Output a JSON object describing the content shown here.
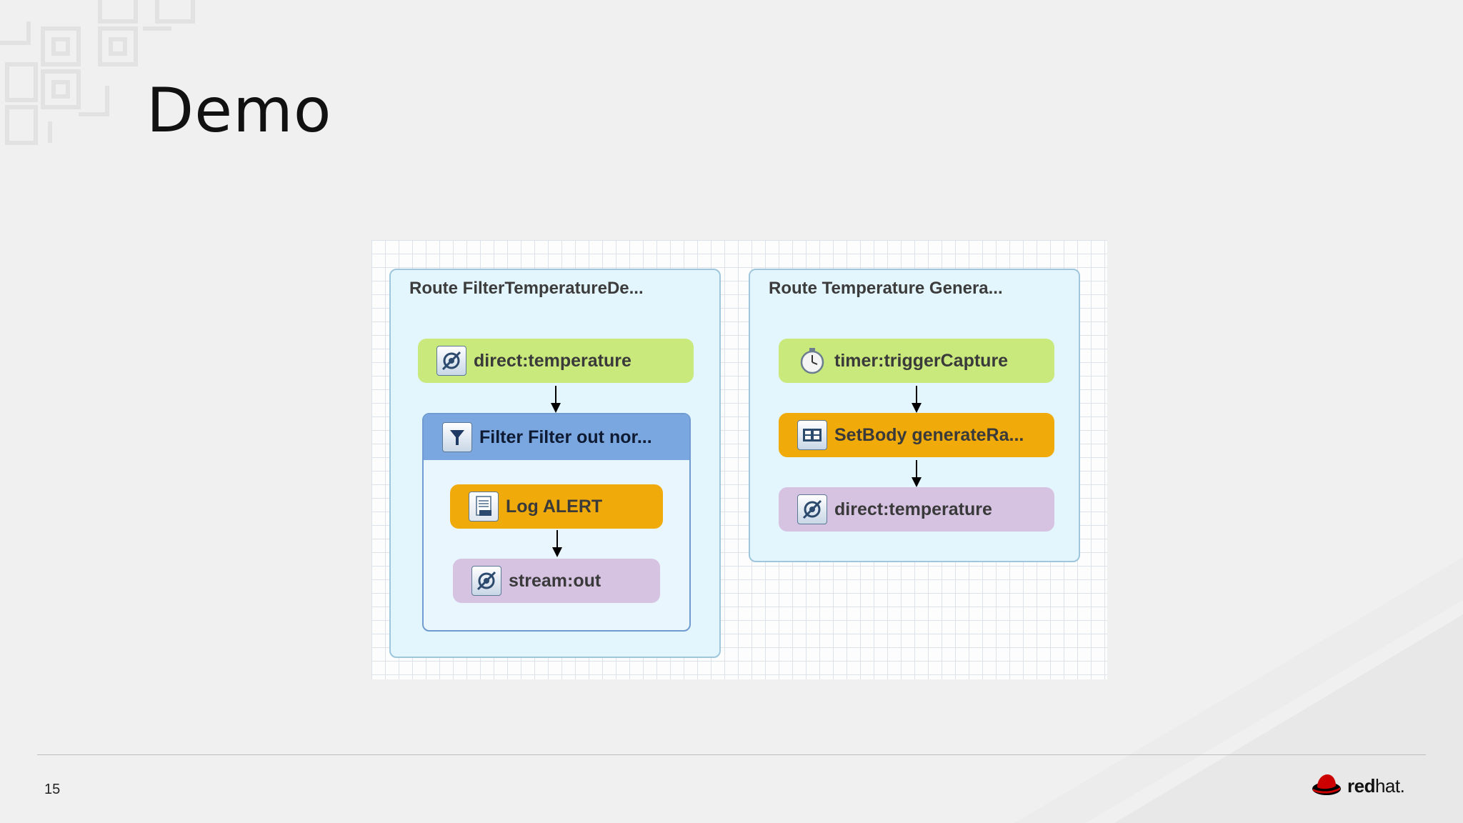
{
  "slide": {
    "title": "Demo",
    "page_number": "15"
  },
  "diagram": {
    "routes": [
      {
        "title": "Route FilterTemperatureDe...",
        "nodes": [
          {
            "label": "direct:temperature",
            "icon": "endpoint-icon",
            "color": "#c9e97c"
          }
        ],
        "filter": {
          "label": "Filter Filter out nor...",
          "icon": "filter-icon",
          "nodes": [
            {
              "label": "Log ALERT",
              "icon": "log-icon",
              "color": "#f0ab0a"
            },
            {
              "label": "stream:out",
              "icon": "endpoint-icon",
              "color": "#d6c3e2"
            }
          ]
        }
      },
      {
        "title": "Route Temperature Genera...",
        "nodes": [
          {
            "label": "timer:triggerCapture",
            "icon": "timer-icon",
            "color": "#c9e97c"
          },
          {
            "label": "SetBody generateRa...",
            "icon": "setbody-icon",
            "color": "#f0ab0a"
          },
          {
            "label": "direct:temperature",
            "icon": "endpoint-icon",
            "color": "#d6c3e2"
          }
        ]
      }
    ]
  },
  "logo": {
    "name": "redhat-logo",
    "text_bold": "red",
    "text_regular": "hat."
  },
  "colors": {
    "background": "#f0f0f0",
    "route_fill": "#e3f5fd",
    "filter_header": "#7aa7e0",
    "logo_red": "#cc0000"
  }
}
